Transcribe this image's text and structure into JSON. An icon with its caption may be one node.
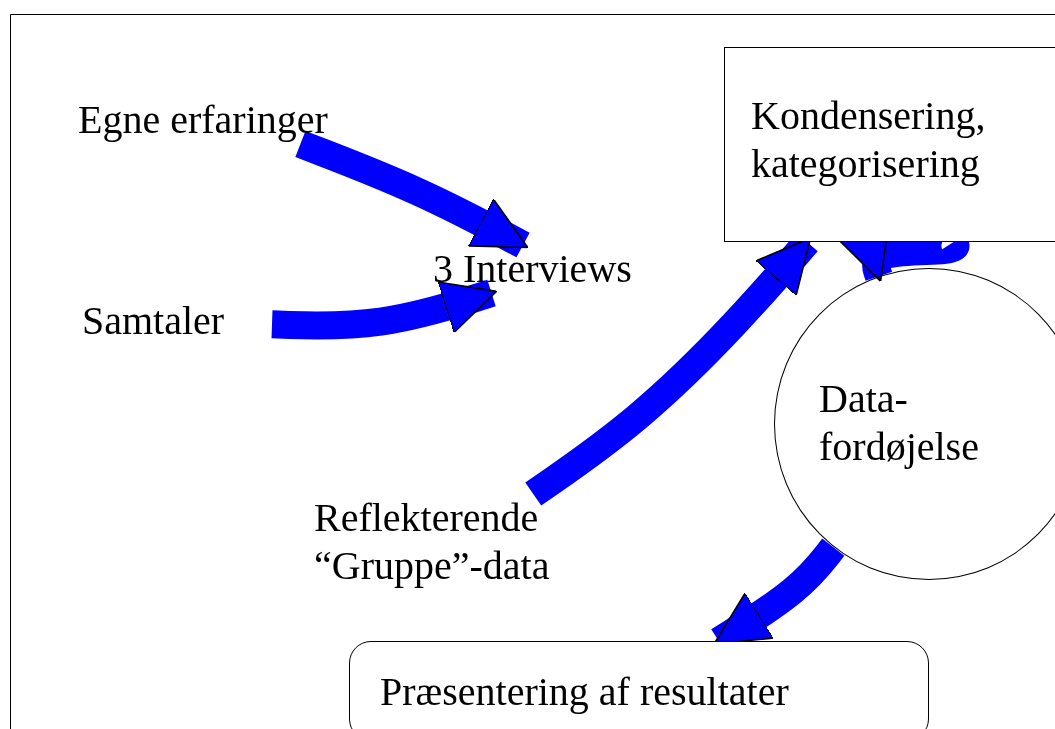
{
  "diagram": {
    "nodes": [
      {
        "text": [
          "Egne erfaringer"
        ]
      },
      {
        "text": [
          "Samtaler"
        ]
      },
      {
        "text": [
          "3 Interviews"
        ]
      },
      {
        "text": [
          "Kondensering, kategorisering"
        ]
      },
      {
        "text": [
          "Data- fordøjelse"
        ]
      },
      {
        "text": [
          "Reflekterende “Gruppe”-data"
        ]
      },
      {
        "text": [
          "Præsentering af resultater"
        ]
      }
    ],
    "edges": [
      {
        "from": 0,
        "to": 2,
        "arrow": "to"
      },
      {
        "from": 1,
        "to": 2,
        "arrow": "to"
      },
      {
        "from": 5,
        "to": 3,
        "arrow": "to"
      },
      {
        "from": 3,
        "to": 4,
        "arrow": "to"
      },
      {
        "from": 4,
        "to": 6,
        "arrow": "to"
      }
    ]
  }
}
